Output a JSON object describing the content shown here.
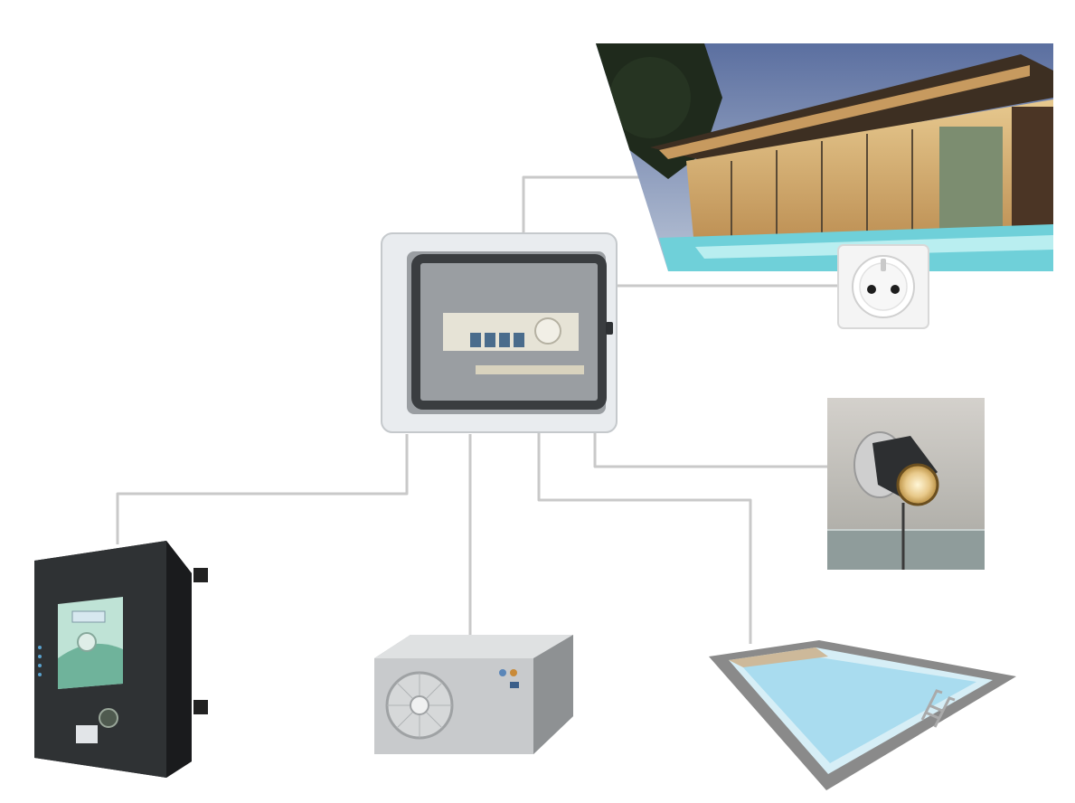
{
  "diagram": {
    "title": "",
    "hub": {
      "name": "electrical-cabinet",
      "icon": "distribution-board-icon"
    },
    "devices": [
      {
        "name": "house",
        "icon": "house-photo"
      },
      {
        "name": "power-socket",
        "icon": "socket-icon"
      },
      {
        "name": "pool-light",
        "icon": "spotlight-icon"
      },
      {
        "name": "swimming-pool",
        "icon": "pool-icon"
      },
      {
        "name": "heat-pump",
        "icon": "fan-icon"
      },
      {
        "name": "pool-controller",
        "icon": "control-unit-icon"
      }
    ],
    "connections": [
      {
        "from": "electrical-cabinet",
        "to": "house"
      },
      {
        "from": "electrical-cabinet",
        "to": "power-socket"
      },
      {
        "from": "electrical-cabinet",
        "to": "pool-light"
      },
      {
        "from": "electrical-cabinet",
        "to": "swimming-pool"
      },
      {
        "from": "electrical-cabinet",
        "to": "heat-pump"
      },
      {
        "from": "electrical-cabinet",
        "to": "pool-controller"
      }
    ]
  },
  "colors": {
    "cable": "#c9c9c9",
    "cabinet_body": "#e9ecef",
    "cabinet_door": "#3a3d40",
    "pool_water": "#a9dcef",
    "pool_deck": "#8a8a8a",
    "controller_body": "#2f3234",
    "controller_screen": "#bfe3d6",
    "heat_pump_body": "#c8cacc"
  }
}
